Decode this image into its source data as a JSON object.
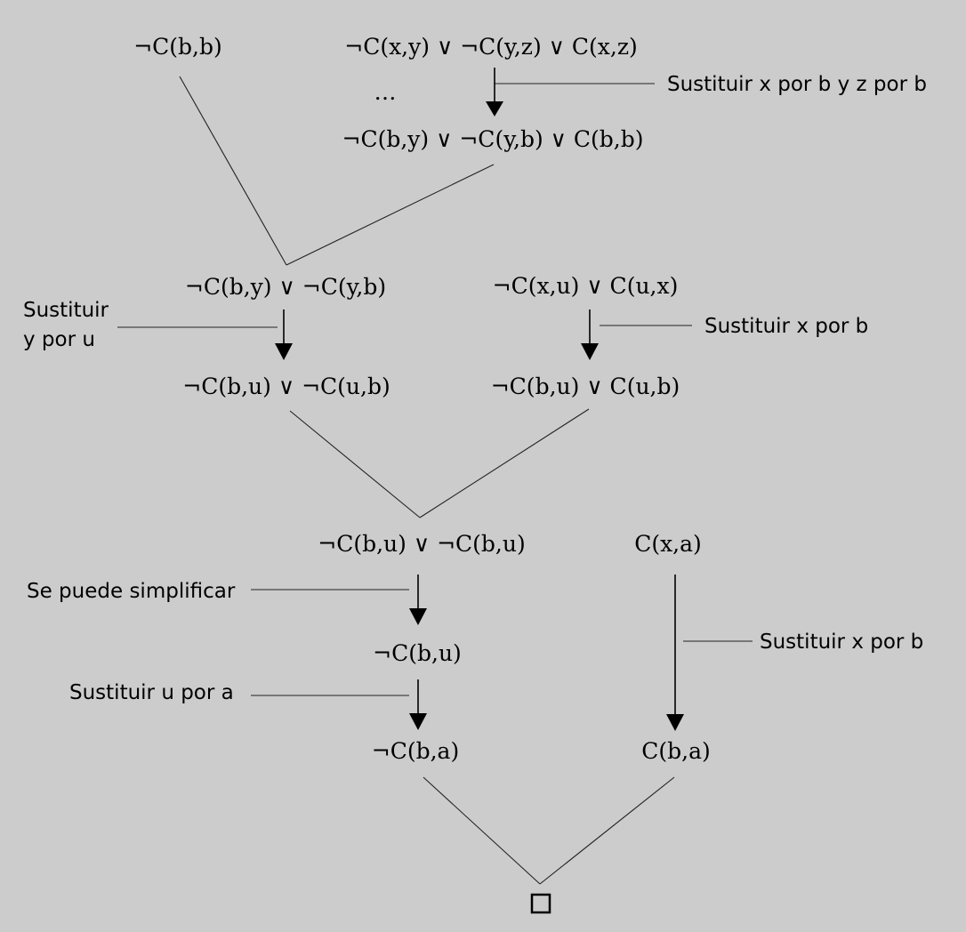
{
  "nodes": [
    {
      "id": "n1",
      "label": "¬C(b,b)"
    },
    {
      "id": "n2",
      "label": "¬C(x,y) ∨ ¬C(y,z) ∨ C(x,z)"
    },
    {
      "id": "n_dots",
      "label": "…"
    },
    {
      "id": "n3",
      "label": "¬C(b,y) ∨ ¬C(y,b) ∨ C(b,b)"
    },
    {
      "id": "n4",
      "label": "¬C(b,y) ∨ ¬C(y,b)"
    },
    {
      "id": "n5",
      "label": "¬C(x,u) ∨ C(u,x)"
    },
    {
      "id": "n6",
      "label": "¬C(b,u) ∨ ¬C(u,b)"
    },
    {
      "id": "n7",
      "label": "¬C(b,u) ∨ C(u,b)"
    },
    {
      "id": "n8",
      "label": "¬C(b,u) ∨ ¬C(b,u)"
    },
    {
      "id": "n9",
      "label": "C(x,a)"
    },
    {
      "id": "n10",
      "label": "¬C(b,u)"
    },
    {
      "id": "n11",
      "label": "¬C(b,a)"
    },
    {
      "id": "n12",
      "label": "C(b,a)"
    },
    {
      "id": "n_empty",
      "label": "□"
    }
  ],
  "annotations": [
    {
      "id": "a1",
      "label": "Sustituir x por b y z por b"
    },
    {
      "id": "a2_line1",
      "label": "Sustituir"
    },
    {
      "id": "a2_line2",
      "label": "y por u"
    },
    {
      "id": "a3",
      "label": "Sustituir x por b"
    },
    {
      "id": "a4",
      "label": "Se puede simplificar"
    },
    {
      "id": "a5",
      "label": "Sustituir x por b"
    },
    {
      "id": "a6",
      "label": "Sustituir u por a"
    }
  ],
  "edges": [
    {
      "from": "n2",
      "to": "n3",
      "kind": "arrow"
    },
    {
      "from": "n1",
      "to": "n4",
      "kind": "merge"
    },
    {
      "from": "n3",
      "to": "n4",
      "kind": "merge"
    },
    {
      "from": "n4",
      "to": "n6",
      "kind": "arrow"
    },
    {
      "from": "n5",
      "to": "n7",
      "kind": "arrow"
    },
    {
      "from": "n6",
      "to": "n8",
      "kind": "merge"
    },
    {
      "from": "n7",
      "to": "n8",
      "kind": "merge"
    },
    {
      "from": "n8",
      "to": "n10",
      "kind": "arrow"
    },
    {
      "from": "n10",
      "to": "n11",
      "kind": "arrow"
    },
    {
      "from": "n9",
      "to": "n12",
      "kind": "arrow"
    },
    {
      "from": "n11",
      "to": "n_empty",
      "kind": "merge"
    },
    {
      "from": "n12",
      "to": "n_empty",
      "kind": "merge"
    }
  ]
}
